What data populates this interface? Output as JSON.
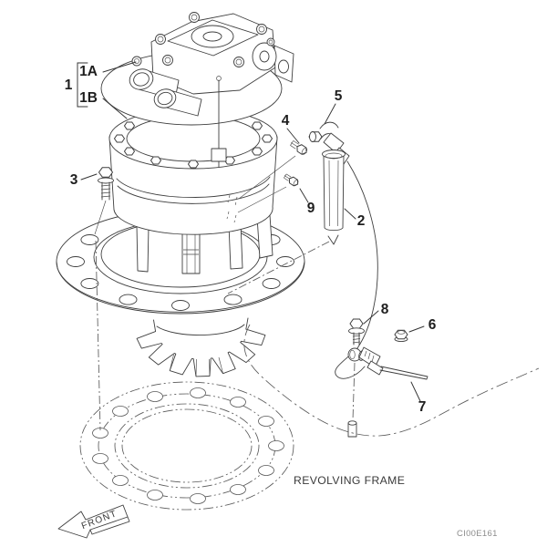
{
  "colors": {
    "background": "#ffffff",
    "line": "#3f3f3f",
    "phantom_line": "#5a5a5a",
    "code_text": "#8c8c8c"
  },
  "figure": {
    "code": "CI00E161",
    "annotations": {
      "revolving_frame": "REVOLVING FRAME",
      "front": "FRONT"
    },
    "callouts": {
      "c1": "1",
      "c1a": "1A",
      "c1b": "1B",
      "c2": "2",
      "c3": "3",
      "c4": "4",
      "c5": "5",
      "c6": "6",
      "c7": "7",
      "c8": "8",
      "c9": "9"
    }
  }
}
